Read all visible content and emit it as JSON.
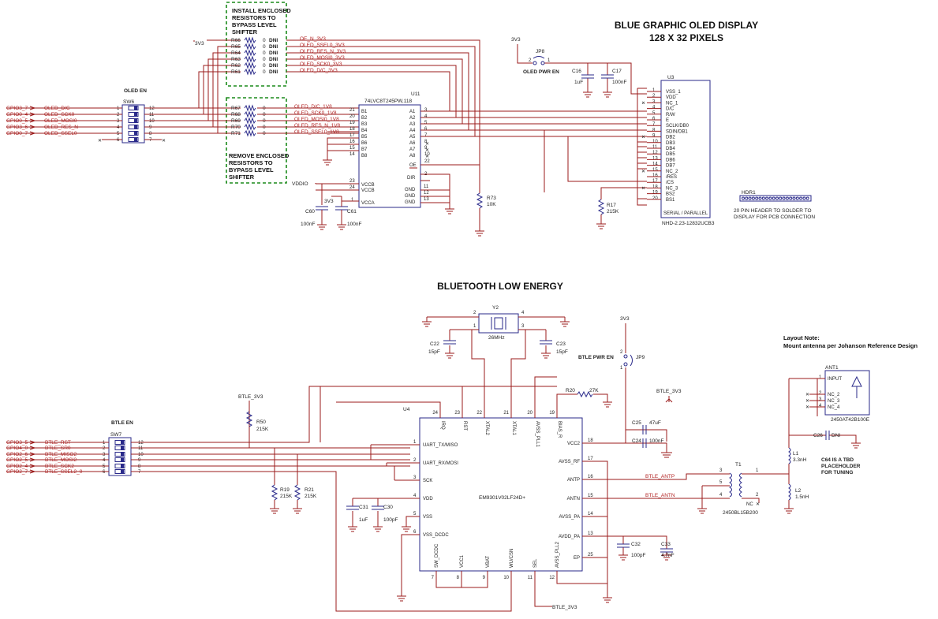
{
  "titles": {
    "oled": "BLUE GRAPHIC OLED DISPLAY",
    "oled_sub": "128 X 32 PIXELS",
    "ble": "BLUETOOTH LOW ENERGY"
  },
  "notes": {
    "install_1": "INSTALL ENCLOSED",
    "install_2": "RESISTORS TO",
    "install_3": "BYPASS LEVEL",
    "install_4": "SHIFTER",
    "remove_1": "REMOVE ENCLOSED",
    "remove_2": "RESISTORS TO",
    "remove_3": "BYPASS LEVEL",
    "remove_4": "SHIFTER",
    "layout_1": "Layout Note:",
    "layout_2": "Mount antenna per Johanson Reference Design",
    "c64_1": "C64 IS A TBD",
    "c64_2": "PLACEHOLDER",
    "c64_3": "FOR TUNING",
    "hdr_1": "20 PIN HEADER TO SOLDER TO",
    "hdr_2": "DISPLAY FOR PCB CONNECTION"
  },
  "oled_en": {
    "label": "OLED EN",
    "ref": "SW6",
    "gpio": [
      "GPIO3_7",
      "GPIO0_4",
      "GPIO0_5",
      "GPIO3_6",
      "GPIO0_7"
    ],
    "nets": [
      "OLED_D/C",
      "OLED_SCK0",
      "OLED_MOSI0",
      "OLED_RES_N",
      "OLED_SSEL0"
    ],
    "left_pins": [
      "1",
      "2",
      "3",
      "4",
      "5",
      "6"
    ],
    "right_pins": [
      "12",
      "11",
      "10",
      "9",
      "8",
      "7"
    ]
  },
  "dni_res": {
    "supply": "3V3",
    "refs": [
      "R66",
      "R65",
      "R64",
      "R63",
      "R62",
      "R61"
    ],
    "values": [
      "0",
      "0",
      "0",
      "0",
      "0",
      "0"
    ],
    "dni": [
      "DNI",
      "DNI",
      "DNI",
      "DNI",
      "DNI",
      "DNI"
    ],
    "nets": [
      "OE_N_3V3",
      "OLED_SSEL0_3V3",
      "OLED_RES_N_3V3",
      "OLED_MOSI0_3V3",
      "OLED_SCK0_3V3",
      "OLED_D/C_3V3"
    ]
  },
  "shift_res": {
    "refs": [
      "R67",
      "R68",
      "R69",
      "R70",
      "R71"
    ],
    "values": [
      "0",
      "0",
      "0",
      "0",
      "0"
    ],
    "nets": [
      "OLED_D/C_1V8",
      "OLED_SCK0_1V8",
      "OLED_MOSI0_1V8",
      "OLED_RES_N_1V8",
      "OLED_SSEL0_1V8"
    ]
  },
  "u11": {
    "ref": "U11",
    "part": "74LVC8T245PW,118",
    "b_pins": [
      "B1",
      "B2",
      "B3",
      "B4",
      "B5",
      "B6",
      "B7",
      "B8"
    ],
    "b_nums": [
      "21",
      "20",
      "19",
      "18",
      "17",
      "16",
      "15",
      "14"
    ],
    "a_pins": [
      "A1",
      "A2",
      "A3",
      "A4",
      "A5",
      "A6",
      "A7",
      "A8"
    ],
    "a_nums": [
      "3",
      "4",
      "5",
      "6",
      "7",
      "8",
      "9",
      "10"
    ],
    "oe": "OE",
    "oe_num": "22",
    "dir": "DIR",
    "dir_num": "2",
    "vccb": "VCCB",
    "vccb_nums": [
      "23",
      "24"
    ],
    "vcca": "VCCA",
    "vcca_num": "1",
    "gnd": "GND",
    "gnd_nums": [
      "11",
      "12",
      "13"
    ],
    "vddio": "VDDIO",
    "supply_3v3": "3V3"
  },
  "caps_top": {
    "c60": "C60",
    "c60_val": "100nF",
    "c61": "C61",
    "c61_val": "100nF",
    "c16": "C16",
    "c16_val": "1uF",
    "c17": "C17",
    "c17_val": "100nF"
  },
  "r73": {
    "ref": "R73",
    "val": "10K"
  },
  "r17": {
    "ref": "R17",
    "val": "215K"
  },
  "jp8": {
    "ref": "JP8",
    "label": "OLED PWR EN",
    "supply": "3V3",
    "pins": [
      "2",
      "1"
    ]
  },
  "u3": {
    "ref": "U3",
    "part": "NHD-2.23-12832UCB3",
    "mode": "SERIAL / PARALLEL",
    "pins": [
      "VSS_1",
      "VDD",
      "NC_1",
      "D/C",
      "R/W",
      "E",
      "SCLK/DB0",
      "SDIN/DB1",
      "DB2",
      "DB3",
      "DB4",
      "DB5",
      "DB6",
      "DB7",
      "NC_2",
      "/RES",
      "/CS",
      "NC_3",
      "BS2",
      "BS1"
    ],
    "nums": [
      "1",
      "2",
      "3",
      "4",
      "5",
      "6",
      "7",
      "8",
      "9",
      "10",
      "11",
      "12",
      "13",
      "14",
      "15",
      "16",
      "17",
      "18",
      "19",
      "20"
    ]
  },
  "hdr1": {
    "ref": "HDR1"
  },
  "y2": {
    "ref": "Y2",
    "freq": "26MHz",
    "pins": [
      "1",
      "2",
      "3",
      "4"
    ]
  },
  "c22": {
    "ref": "C22",
    "val": "15pF"
  },
  "c23": {
    "ref": "C23",
    "val": "15pF"
  },
  "jp9": {
    "ref": "JP9",
    "label": "BTLE PWR EN",
    "supply": "3V3",
    "pins": [
      "2",
      "1"
    ]
  },
  "r20": {
    "ref": "R20",
    "val": "27K"
  },
  "btle_3v3_right": "BTLE_3V3",
  "btle_en": {
    "label": "BTLE EN",
    "ref": "SW7",
    "gpio": [
      "GPIO3_5",
      "GPIO4_0",
      "GPIO2_6",
      "GPIO2_5",
      "GPIO2_4",
      "GPIO2_7"
    ],
    "nets": [
      "BTLE_RST",
      "BTLE_SR0",
      "BTLE_MISO2",
      "BTLE_MOSI2",
      "BTLE_SCK2",
      "BTLE_SSEL2_0"
    ],
    "left_pins": [
      "1",
      "2",
      "3",
      "4",
      "5",
      "6"
    ],
    "right_pins": [
      "12",
      "11",
      "10",
      "9",
      "8",
      "7"
    ]
  },
  "btle_supply_left": "BTLE_3V3",
  "r50": {
    "ref": "R50",
    "val": "215K"
  },
  "r19": {
    "ref": "R19",
    "val": "215K"
  },
  "r21": {
    "ref": "R21",
    "val": "215K"
  },
  "u4": {
    "ref": "U4",
    "part": "EM9301V02LF24D+",
    "top_pins": [
      "IRQ",
      "RST",
      "XTAL2",
      "XTAL1",
      "AVSS_PLL1",
      "BIAS_R"
    ],
    "top_nums": [
      "24",
      "23",
      "22",
      "21",
      "20",
      "19"
    ],
    "left_pins": [
      "UART_TX/MISO",
      "UART_RX/MOSI",
      "SCK",
      "VDD",
      "VSS",
      "VSS_DCDC"
    ],
    "left_nums": [
      "1",
      "2",
      "3",
      "4",
      "5",
      "6"
    ],
    "right_pins": [
      "VCC2",
      "AVSS_RF",
      "ANTP",
      "ANTN",
      "AVSS_PA",
      "AVDD_PA",
      "EP"
    ],
    "right_nums": [
      "18",
      "17",
      "16",
      "15",
      "14",
      "13",
      "25"
    ],
    "bottom_pins": [
      "SW_DCDC",
      "VCC1",
      "VBAT",
      "WU/CSN",
      "SEL",
      "AVSS_PLL2"
    ],
    "bottom_nums": [
      "7",
      "8",
      "9",
      "10",
      "11",
      "12"
    ]
  },
  "c31": {
    "ref": "C31",
    "val": "1uF"
  },
  "c30": {
    "ref": "C30",
    "val": "100pF"
  },
  "c25": {
    "ref": "C25",
    "val": "47uF"
  },
  "c24": {
    "ref": "C24",
    "val": "100nF"
  },
  "c32": {
    "ref": "C32",
    "val": "100pF"
  },
  "c33": {
    "ref": "C33",
    "val": "4.7nF"
  },
  "btle_antp": "BTLE_ANTP",
  "btle_antn": "BTLE_ANTN",
  "btle_3v3_bottom": "BTLE_3V3",
  "t1": {
    "ref": "T1",
    "part": "2450BL15B200",
    "pins": [
      "3",
      "5",
      "4",
      "1",
      "2"
    ],
    "nc": "NC"
  },
  "l1": {
    "ref": "L1",
    "val": "3.3nH"
  },
  "l2": {
    "ref": "L2",
    "val": "1.5nH"
  },
  "c26": {
    "ref": "C26",
    "val": "DNI"
  },
  "ant1": {
    "ref": "ANT1",
    "part": "2450AT42B100E",
    "pins": [
      "INPUT",
      "NC_2",
      "NC_3",
      "NC_4"
    ],
    "nums": [
      "1",
      "2",
      "3",
      "4"
    ]
  }
}
